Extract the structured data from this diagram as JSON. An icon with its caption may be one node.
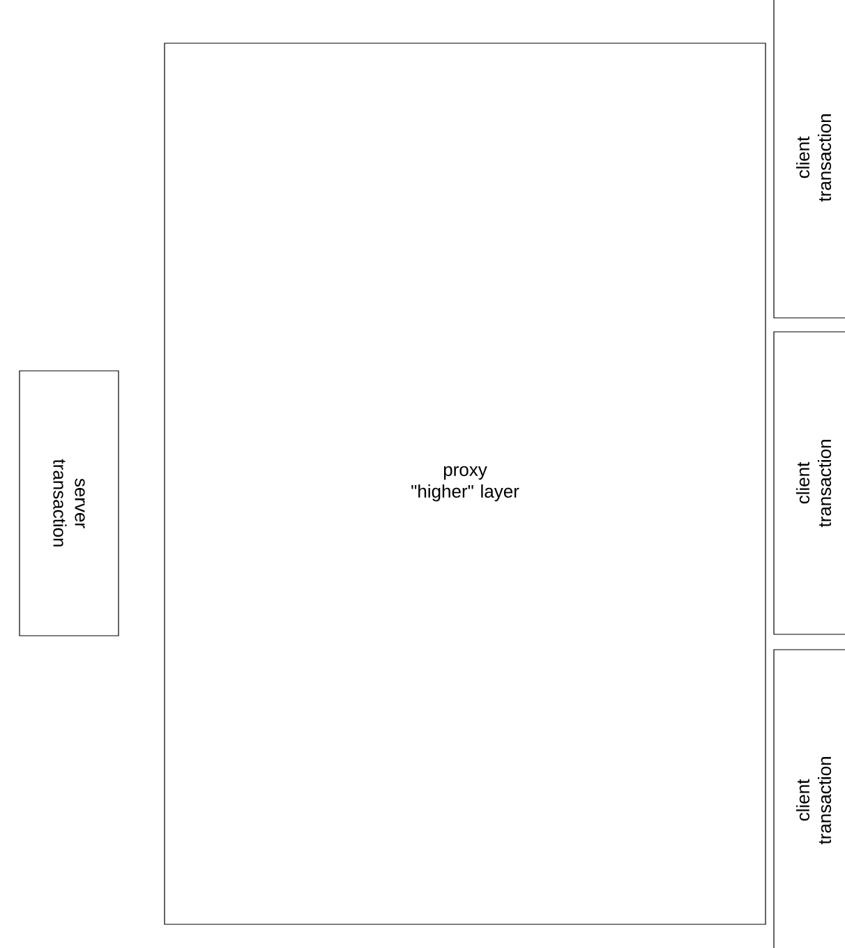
{
  "diagram": {
    "nodes": [
      {
        "text": [
          "server transaction"
        ]
      },
      {
        "text": [
          "proxy \"higher\" layer"
        ]
      },
      {
        "text": [
          "client transaction"
        ]
      },
      {
        "text": [
          "client transaction"
        ]
      },
      {
        "text": [
          "client transaction"
        ]
      }
    ]
  }
}
